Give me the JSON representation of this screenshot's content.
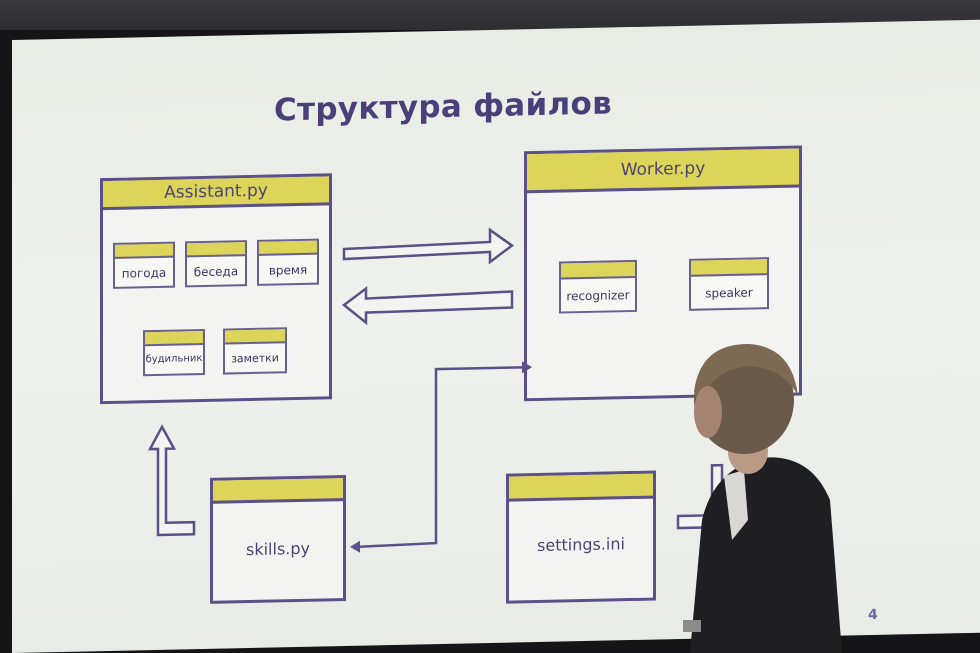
{
  "slide": {
    "title": "Структура файлов",
    "page_number": "4"
  },
  "assistant": {
    "label": "Assistant.py",
    "modules": [
      "погода",
      "беседа",
      "время",
      "будильник",
      "заметки"
    ]
  },
  "worker": {
    "label": "Worker.py",
    "modules": [
      "recognizer",
      "speaker"
    ]
  },
  "files": {
    "skills": "skills.py",
    "settings": "settings.ini"
  },
  "colors": {
    "header_yellow": "#ddd45a",
    "outline_purple": "#5b5088",
    "title_purple": "#4a3f78"
  }
}
